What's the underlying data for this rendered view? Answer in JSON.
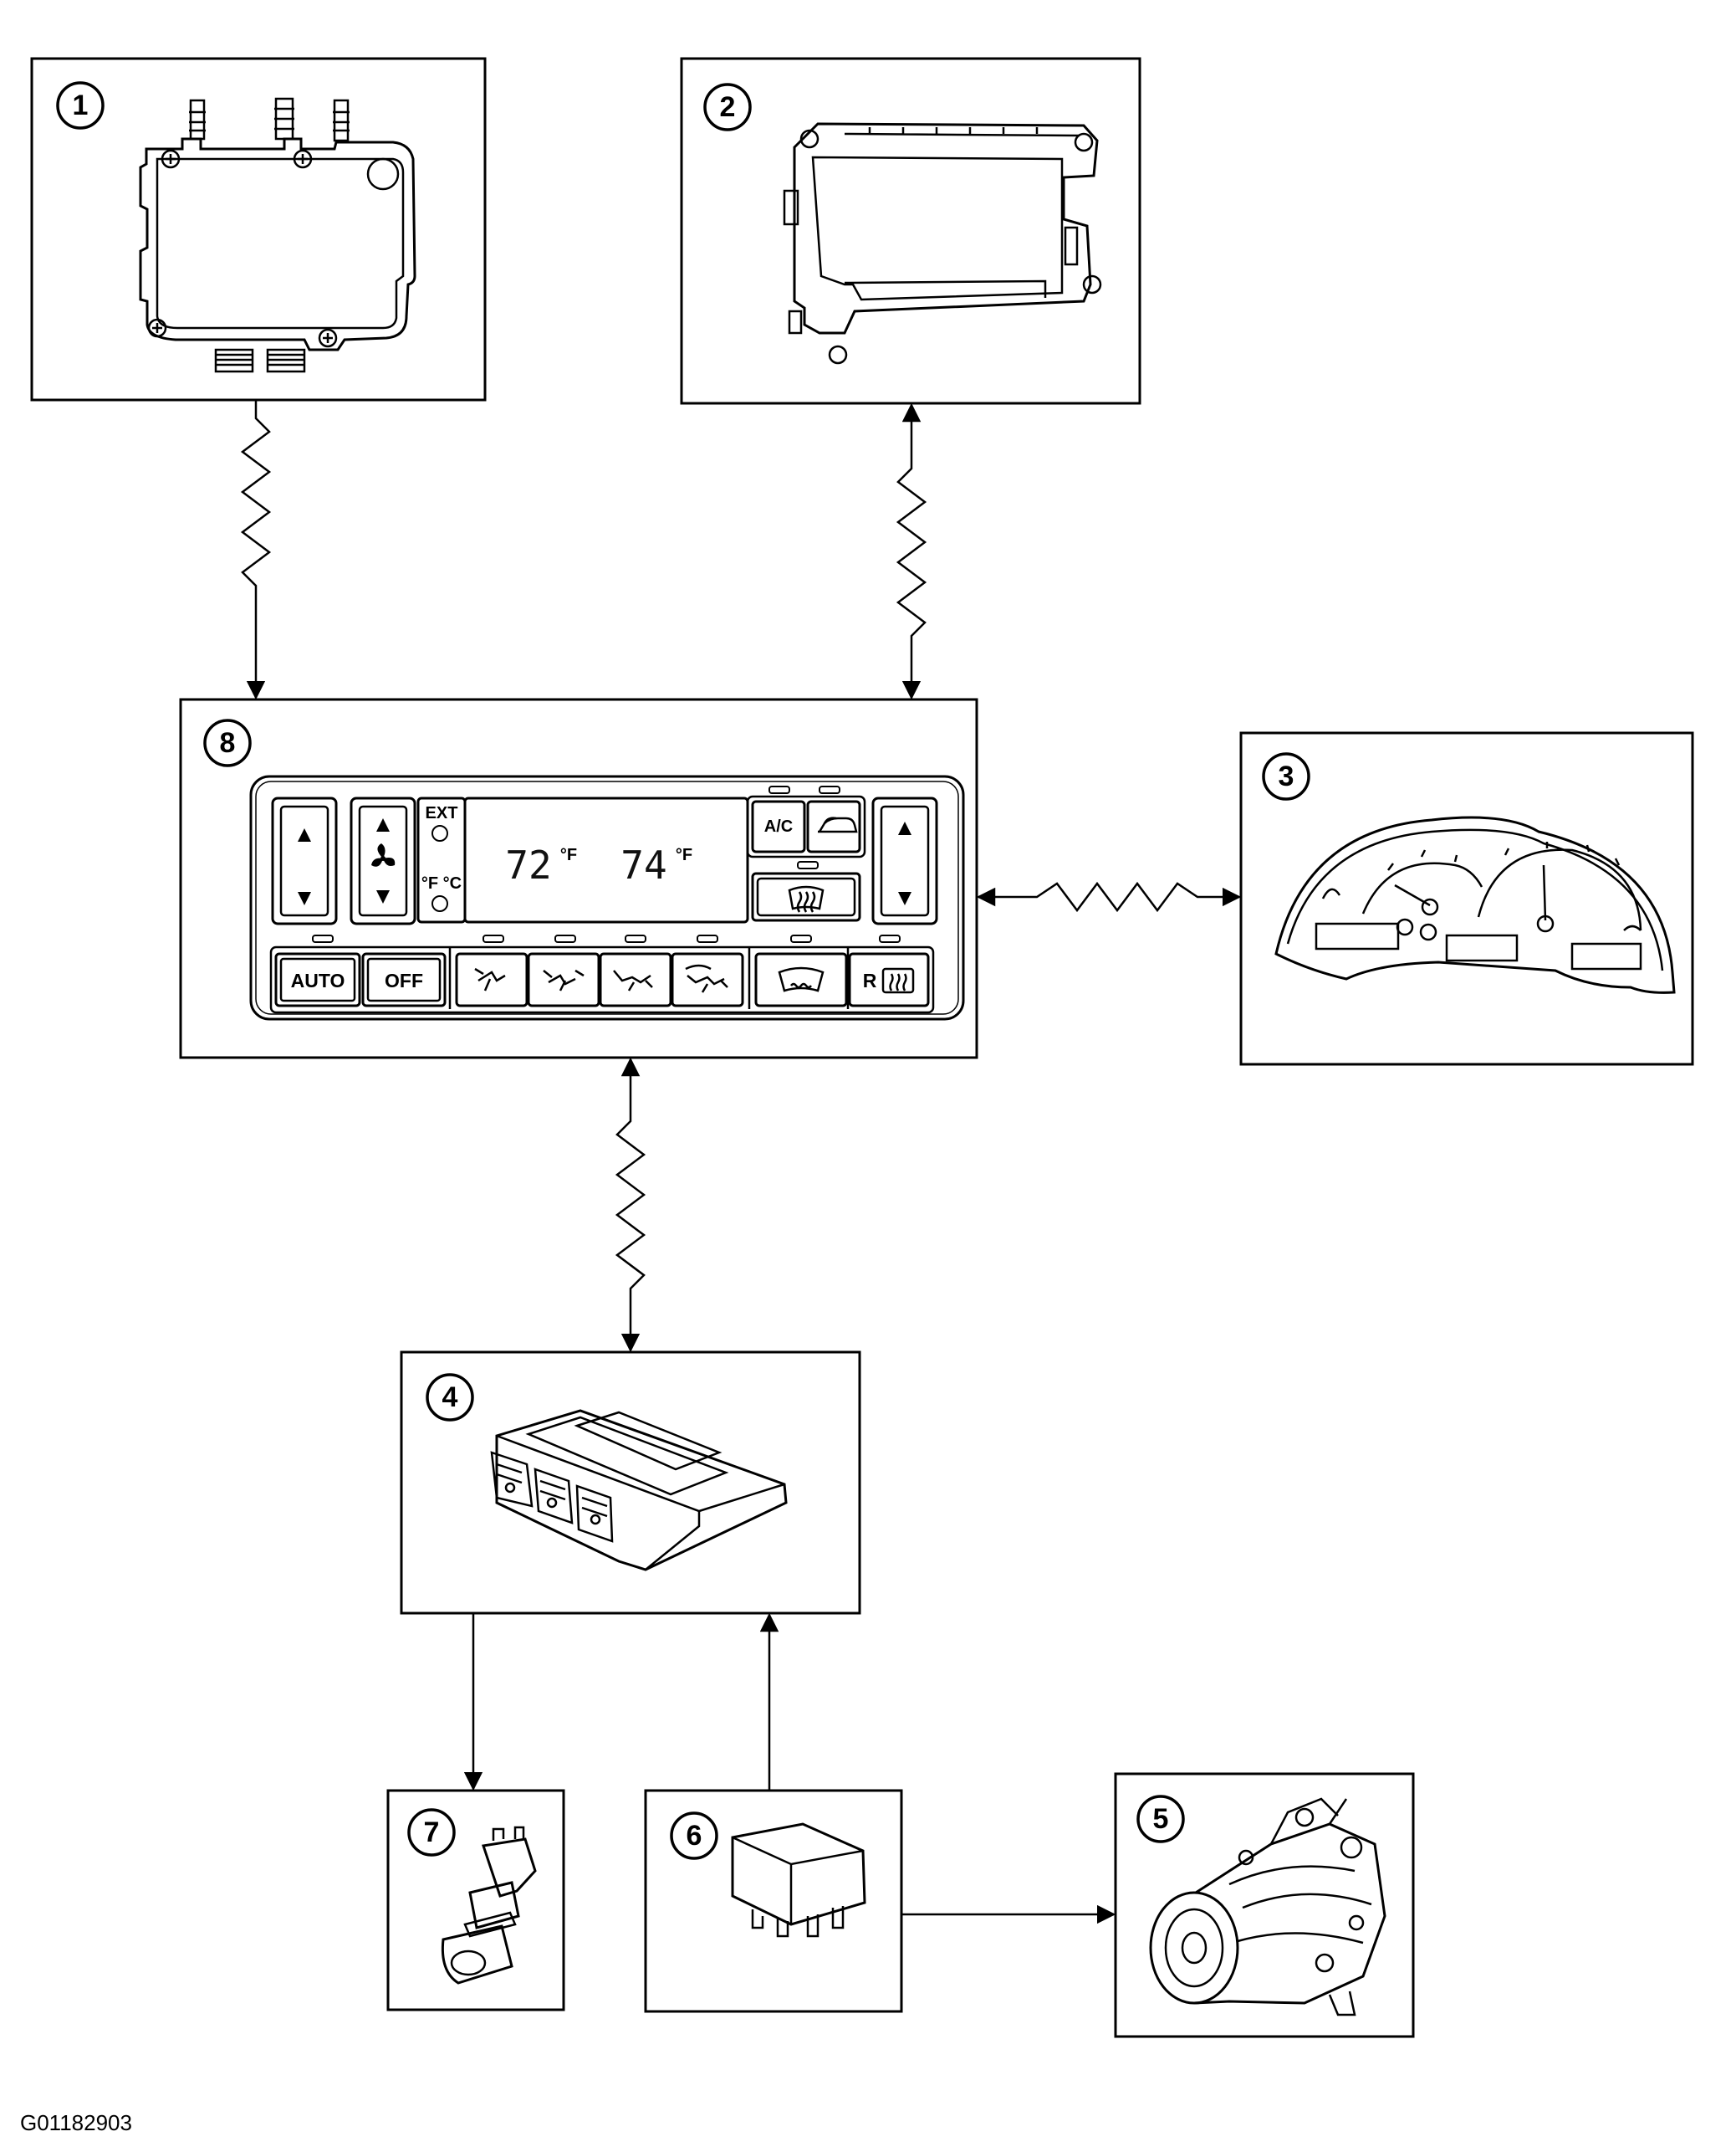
{
  "reference_code": "G01182903",
  "callouts": {
    "c1": "1",
    "c2": "2",
    "c3": "3",
    "c4": "4",
    "c5": "5",
    "c6": "6",
    "c7": "7",
    "c8": "8"
  },
  "climate_panel": {
    "ext_label": "EXT",
    "units_label": "°F °C",
    "left_temp": "72",
    "left_unit": "°F",
    "right_temp": "74",
    "right_unit": "°F",
    "ac_label": "A/C",
    "auto_label": "AUTO",
    "off_label": "OFF",
    "rear_label": "R"
  }
}
